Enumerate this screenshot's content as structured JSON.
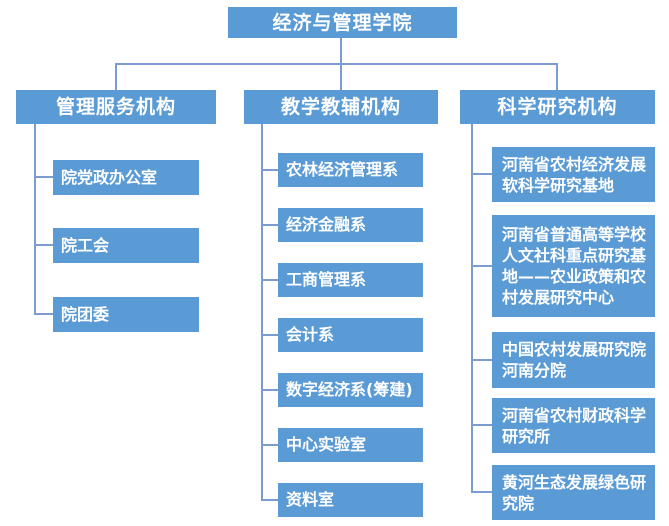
{
  "root": {
    "label": "经济与管理学院"
  },
  "columns": [
    {
      "header": "管理服务机构",
      "children": [
        "院党政办公室",
        "院工会",
        "院团委"
      ]
    },
    {
      "header": "教学教辅机构",
      "children": [
        "农林经济管理系",
        "经济金融系",
        "工商管理系",
        "会计系",
        "数字经济系(筹建)",
        "中心实验室",
        "资料室"
      ]
    },
    {
      "header": "科学研究机构",
      "children": [
        "河南省农村经济发展软科学研究基地",
        "河南省普通高等学校人文社科重点研究基地——农业政策和农村发展研究中心",
        "中国农村发展研究院河南分院",
        "河南省农村财政科学研究所",
        "黄河生态发展绿色研究院"
      ]
    }
  ],
  "colors": {
    "box_fill": "#5B9BD5",
    "connector": "#7A9CD0",
    "text_color": "#FFFFFF",
    "background": "#FFFFFF"
  }
}
